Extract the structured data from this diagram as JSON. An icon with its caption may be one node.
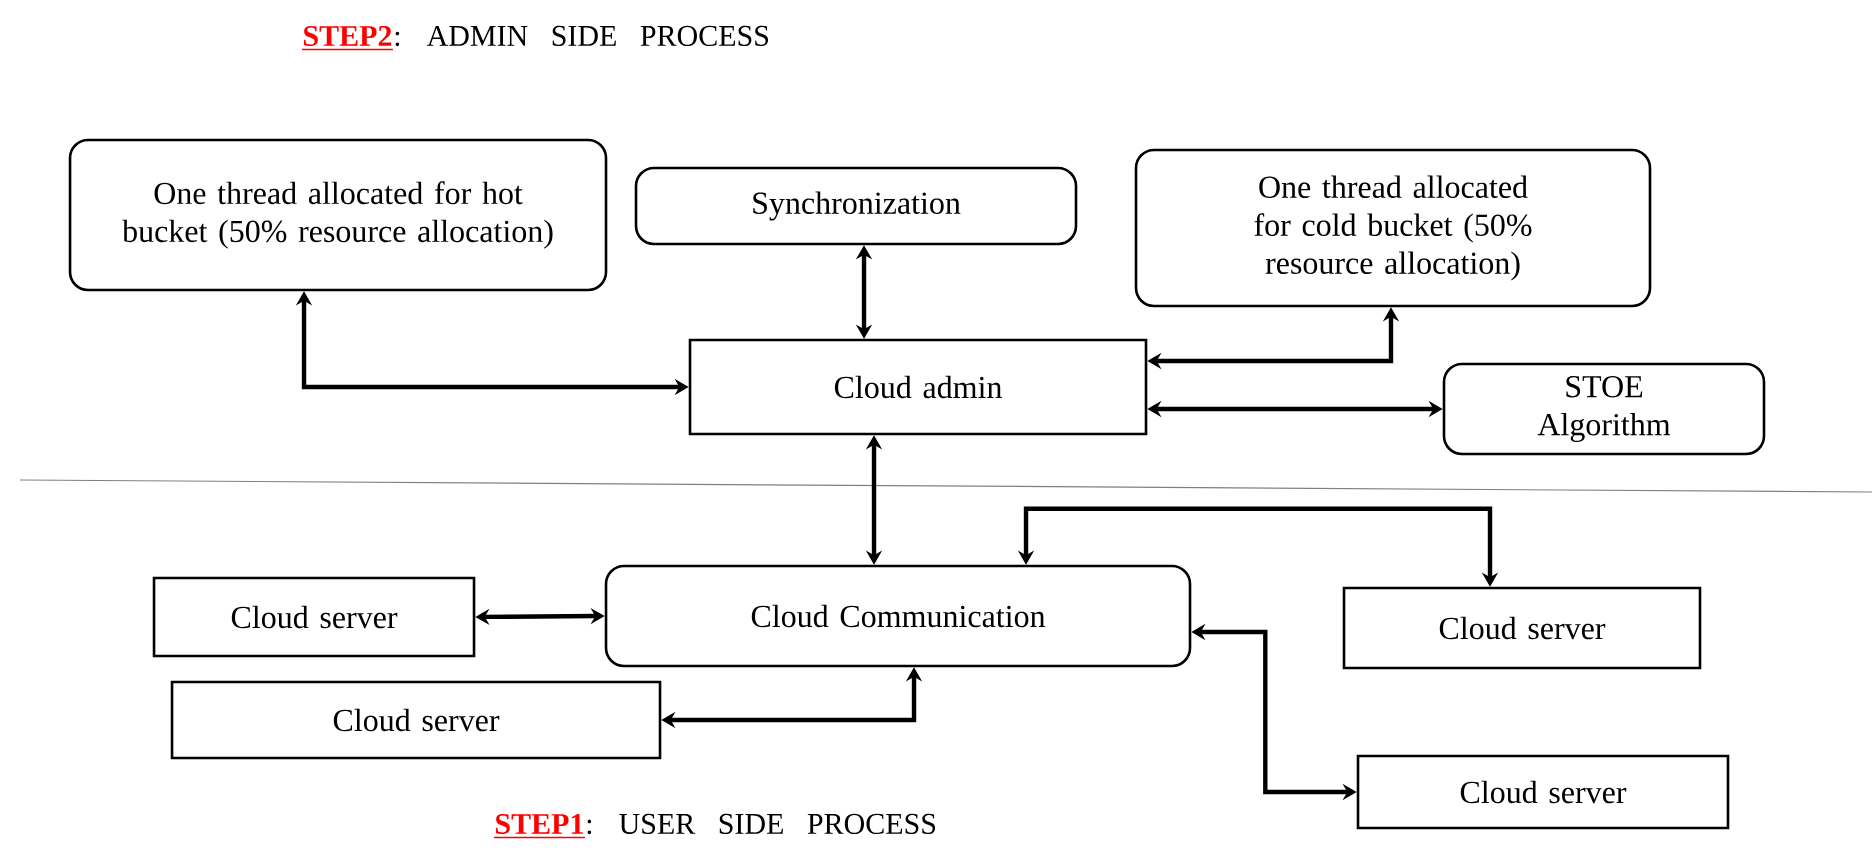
{
  "diagram": {
    "nodes": [
      {
        "text": [
          "One thread allocated for hot bucket (50% resource allocation)"
        ]
      },
      {
        "text": [
          "Synchronization"
        ]
      },
      {
        "text": [
          "One thread allocated for cold bucket (50% resource allocation)"
        ]
      },
      {
        "text": [
          "Cloud admin"
        ]
      },
      {
        "text": [
          "STOE Algorithm"
        ]
      },
      {
        "text": [
          "Cloud server"
        ]
      },
      {
        "text": [
          "Cloud Communication"
        ]
      },
      {
        "text": [
          "Cloud server"
        ]
      },
      {
        "text": [
          "Cloud server"
        ]
      },
      {
        "text": [
          "Cloud server"
        ]
      }
    ],
    "edges": [
      {
        "from": 0,
        "to": 3,
        "arrow": "both"
      },
      {
        "from": 1,
        "to": 3,
        "arrow": "both"
      },
      {
        "from": 2,
        "to": 3,
        "arrow": "both"
      },
      {
        "from": 3,
        "to": 4,
        "arrow": "both"
      },
      {
        "from": 3,
        "to": 6,
        "arrow": "both"
      },
      {
        "from": 6,
        "to": 7,
        "arrow": "both"
      },
      {
        "from": 5,
        "to": 6,
        "arrow": "both"
      },
      {
        "from": 8,
        "to": 6,
        "arrow": "both"
      },
      {
        "from": 6,
        "to": 9,
        "arrow": "both"
      }
    ],
    "labels": [
      "STEP2",
      ": ADMIN SIDE PROCESS",
      "STEP1",
      ": USER SIDE PROCESS"
    ]
  }
}
